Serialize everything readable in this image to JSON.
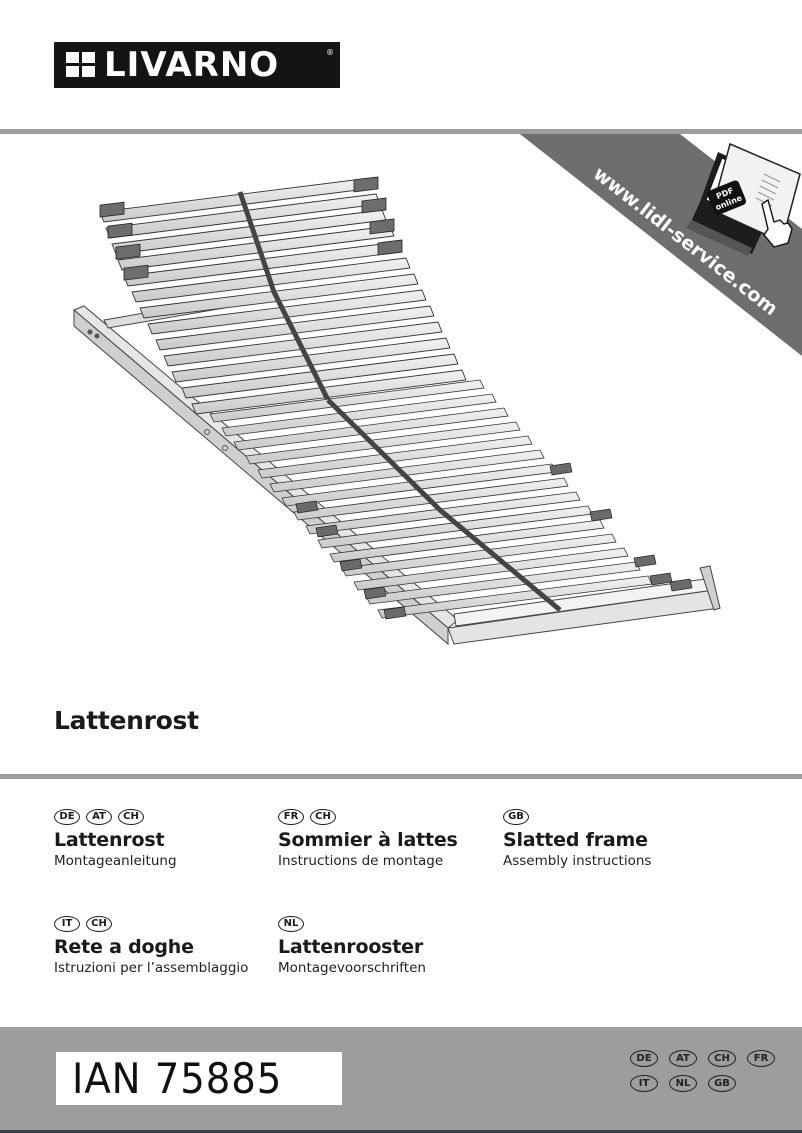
{
  "brand": {
    "name": "LIVARNO",
    "registered_mark": "®"
  },
  "banner": {
    "url_text": "www.lidl-service.com",
    "pdf_badge_line1": "PDF",
    "pdf_badge_line2": "online",
    "icons": [
      "laptop-icon",
      "document-icon",
      "pointing-hand-icon"
    ]
  },
  "illustration": {
    "subject": "slatted-bed-frame-with-raised-head-section"
  },
  "product_title": "Lattenrost",
  "languages": [
    {
      "badges": [
        "DE",
        "AT",
        "CH"
      ],
      "title": "Lattenrost",
      "subtitle": "Montageanleitung"
    },
    {
      "badges": [
        "FR",
        "CH"
      ],
      "title": "Sommier à lattes",
      "subtitle": "Instructions de montage"
    },
    {
      "badges": [
        "GB"
      ],
      "title": "Slatted frame",
      "subtitle": "Assembly instructions"
    },
    {
      "badges": [
        "IT",
        "CH"
      ],
      "title": "Rete a doghe",
      "subtitle": "Istruzioni per l’assemblaggio"
    },
    {
      "badges": [
        "NL"
      ],
      "title": "Lattenrooster",
      "subtitle": "Montagevoorschriften"
    }
  ],
  "footer": {
    "ian": "IAN 75885",
    "country_badges_row1": [
      "DE",
      "AT",
      "CH",
      "FR"
    ],
    "country_badges_row2": [
      "IT",
      "NL",
      "GB"
    ]
  },
  "colors": {
    "rule_gray": "#9c9c9c",
    "banner_gray": "#6e6e6e",
    "footer_gray": "#9d9d9d",
    "logo_black": "#141414"
  }
}
